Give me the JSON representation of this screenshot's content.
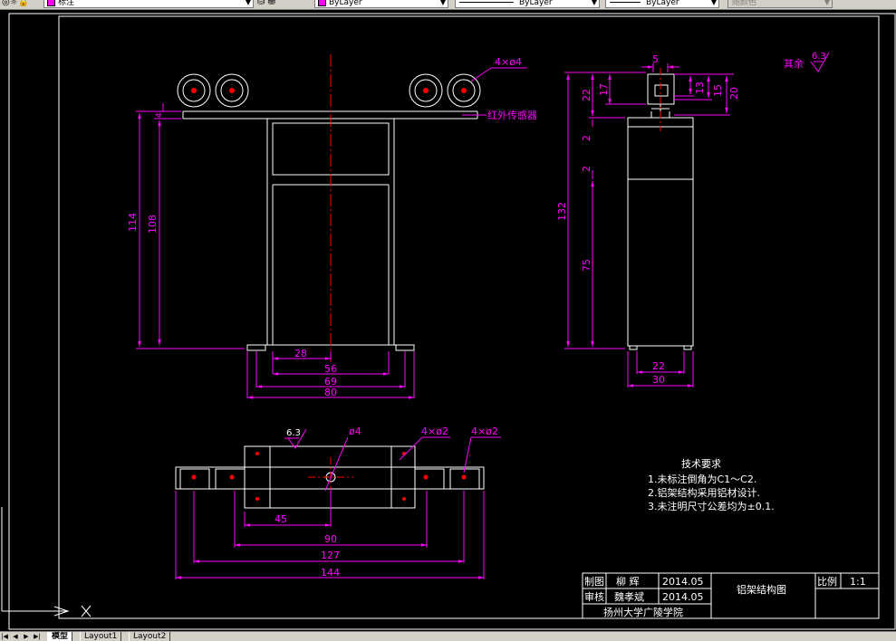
{
  "toolbar": {
    "layer_name": "标注",
    "color": "ByLayer",
    "linetype": "ByLayer",
    "lineweight": "ByLayer",
    "plotstyle": "随颜色"
  },
  "tabs": [
    {
      "label": "模型",
      "active": true
    },
    {
      "label": "Layout1",
      "active": false
    },
    {
      "label": "Layout2",
      "active": false
    }
  ],
  "drawing": {
    "front_dims": [
      "114",
      "108",
      "28",
      "56",
      "69",
      "80",
      "4"
    ],
    "callout_holes": "4×ø4",
    "callout_sensor": "红外传感器",
    "side_dims": [
      "5",
      "22",
      "17",
      "13",
      "15",
      "20",
      "2",
      "2",
      "132",
      "75",
      "22",
      "30"
    ],
    "roughness_label": "其余",
    "roughness_value": "6.3",
    "top_dims": [
      "45",
      "90",
      "127",
      "144"
    ],
    "top_roughness": "6.3",
    "top_callout_center": "ø4",
    "top_callout_a": "4×ø2",
    "top_callout_b": "4×ø2",
    "notes_title": "技术要求",
    "notes": [
      "1.未标注倒角为C1～C2.",
      "2.铝架结构采用铝材设计.",
      "3.未注明尺寸公差均为±0.1."
    ]
  },
  "title_block": {
    "row1": {
      "label": "制图",
      "name": "柳  辉",
      "date": "2014.05"
    },
    "row2": {
      "label": "审核",
      "name": "魏孝斌",
      "date": "2014.05"
    },
    "school": "扬州大学广陵学院",
    "title": "铝架结构图",
    "scale_label": "比例",
    "scale_value": "1:1"
  },
  "colors": {
    "background": "#000000",
    "geometry": "#ffffff",
    "dimension": "#ff00ff",
    "centerline": "#ff0000"
  }
}
